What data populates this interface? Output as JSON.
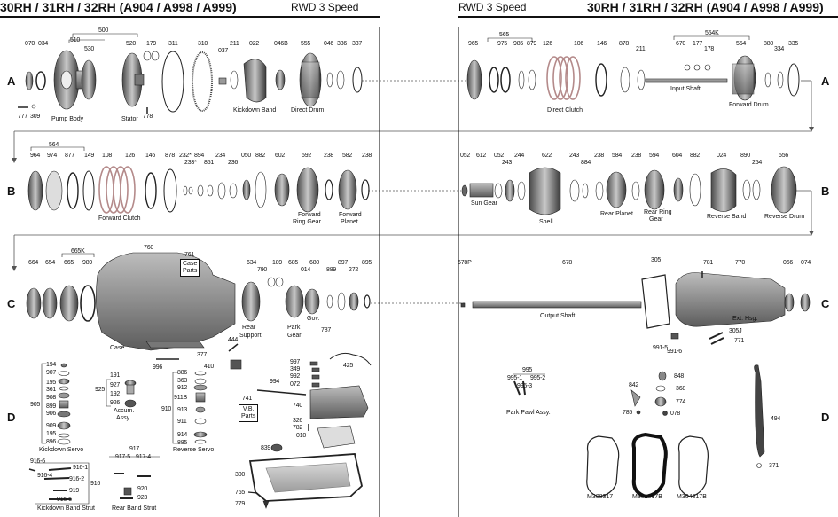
{
  "header": {
    "left_title": "30RH / 31RH / 32RH (A904 / A998 / A999)",
    "left_sub": "RWD 3 Speed",
    "right_sub": "RWD 3 Speed",
    "right_title": "30RH / 31RH / 32RH (A904 / A998 / A999)"
  },
  "rows": [
    "A",
    "B",
    "C",
    "D"
  ],
  "rowA_left": {
    "nums": [
      "070",
      "034",
      "510",
      "500",
      "530",
      "520",
      "179",
      "311",
      "310",
      "211",
      "037",
      "022",
      "046B",
      "555",
      "046",
      "336",
      "337",
      "777",
      "309",
      "778"
    ],
    "captions": [
      "Pump Body",
      "Stator",
      "Kickdown Band",
      "Direct Drum"
    ]
  },
  "rowA_right": {
    "nums": [
      "565",
      "965",
      "975",
      "985",
      "879",
      "126",
      "106",
      "146",
      "878",
      "211",
      "554K",
      "670",
      "177",
      "178",
      "554",
      "880",
      "334",
      "335"
    ],
    "captions": [
      "Direct Clutch",
      "Input Shaft",
      "Forward Drum"
    ]
  },
  "rowB_left": {
    "nums": [
      "564",
      "964",
      "974",
      "877",
      "149",
      "108",
      "126",
      "146",
      "878",
      "232*",
      "233*",
      "894",
      "851",
      "234",
      "236",
      "050",
      "882",
      "602",
      "592",
      "238",
      "582",
      "238"
    ],
    "captions": [
      "Forward Clutch",
      "Forward",
      "Ring Gear",
      "Forward",
      "Planet"
    ]
  },
  "rowB_right": {
    "nums": [
      "052",
      "612",
      "052",
      "243",
      "244",
      "622",
      "243",
      "884",
      "238",
      "584",
      "238",
      "594",
      "604",
      "882",
      "024",
      "890",
      "254",
      "556"
    ],
    "captions": [
      "Sun Gear",
      "Shell",
      "Rear Planet",
      "Rear Ring",
      "Gear",
      "Reverse Band",
      "Reverse Drum"
    ]
  },
  "rowC_left": {
    "nums": [
      "760",
      "761",
      "665K",
      "664",
      "654",
      "665",
      "989",
      "634",
      "790",
      "189",
      "685",
      "014",
      "680",
      "889",
      "897",
      "272",
      "895",
      "787",
      "444",
      "377",
      "410",
      "996"
    ],
    "captions": [
      "Case",
      "Rear",
      "Support",
      "Park",
      "Gear",
      "Gov."
    ],
    "box": [
      "Case",
      "Parts"
    ]
  },
  "rowC_right": {
    "nums": [
      "678P",
      "678",
      "305",
      "781",
      "770",
      "066",
      "074",
      "991-5",
      "991-6",
      "305J",
      "771"
    ],
    "captions": [
      "Output Shaft",
      "Ext. Hsg."
    ]
  },
  "rowD_left": {
    "nums": [
      "194",
      "907",
      "195",
      "361",
      "908",
      "905",
      "899",
      "906",
      "909",
      "195",
      "896",
      "925",
      "191",
      "927",
      "192",
      "926",
      "886",
      "363",
      "912",
      "911B",
      "910",
      "913",
      "911",
      "914",
      "885",
      "997",
      "349",
      "992",
      "072",
      "425",
      "994",
      "740",
      "741",
      "326",
      "782",
      "010",
      "839",
      "300",
      "765",
      "779",
      "916-6",
      "916-1",
      "916-4",
      "916-2",
      "916",
      "919",
      "916-5",
      "917",
      "917-5",
      "917-4",
      "920",
      "923"
    ],
    "captions": [
      "Kickdown Servo",
      "Accum.",
      "Assy.",
      "Reverse Servo",
      "Kickdown Band Strut",
      "Rear Band Strut"
    ],
    "box": [
      "V.B.",
      "Parts"
    ]
  },
  "rowD_right": {
    "nums": [
      "995",
      "995-1",
      "995-2",
      "995-3",
      "842",
      "848",
      "368",
      "774",
      "785",
      "078",
      "494",
      "371"
    ],
    "captions": [
      "Park Pawl Assy.",
      "M308317",
      "M301317B",
      "M304317B"
    ]
  },
  "colors": {
    "ink": "#111111",
    "metal": "#8a8a8a",
    "dark": "#3a3a3a",
    "light": "#cfcfcf",
    "guide": "#555555"
  }
}
